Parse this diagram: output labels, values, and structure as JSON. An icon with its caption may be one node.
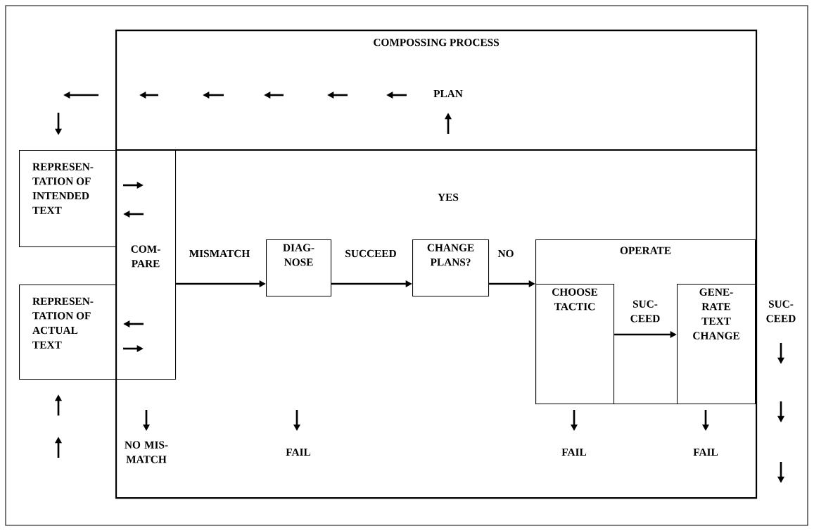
{
  "diagram": {
    "nodes": [
      {
        "text": [
          "COMPOSSING PROCESS"
        ]
      },
      {
        "text": [
          "REPRESEN- TATION OF INTENDED TEXT"
        ]
      },
      {
        "text": [
          "REPRESEN- TATION OF ACTUAL TEXT"
        ]
      },
      {
        "text": [
          "COM- PARE"
        ],
        "in": 0
      },
      {
        "text": [
          "DIAG- NOSE"
        ],
        "in": 0
      },
      {
        "text": [
          "CHANGE PLANS?"
        ],
        "in": 0
      },
      {
        "text": [
          "OPERATE"
        ],
        "in": 0
      },
      {
        "text": [
          "CHOOSE TACTIC"
        ],
        "in": 6
      },
      {
        "text": [
          "GENE- RATE TEXT CHANGE"
        ],
        "in": 6
      }
    ],
    "edges": [
      {
        "from": 3,
        "to": 4,
        "arrow": "to",
        "label": "MISMATCH"
      },
      {
        "from": 4,
        "to": 5,
        "arrow": "to",
        "label": "SUCCEED"
      },
      {
        "from": 5,
        "to": 6,
        "arrow": "to",
        "label": "NO"
      },
      {
        "from": 7,
        "to": 8,
        "arrow": "to",
        "label": "SUC- CEED"
      }
    ],
    "labels": [
      "PLAN",
      "YES",
      "SUC- CEED",
      "NO MIS- MATCH",
      "FAIL",
      "FAIL",
      "FAIL"
    ]
  }
}
